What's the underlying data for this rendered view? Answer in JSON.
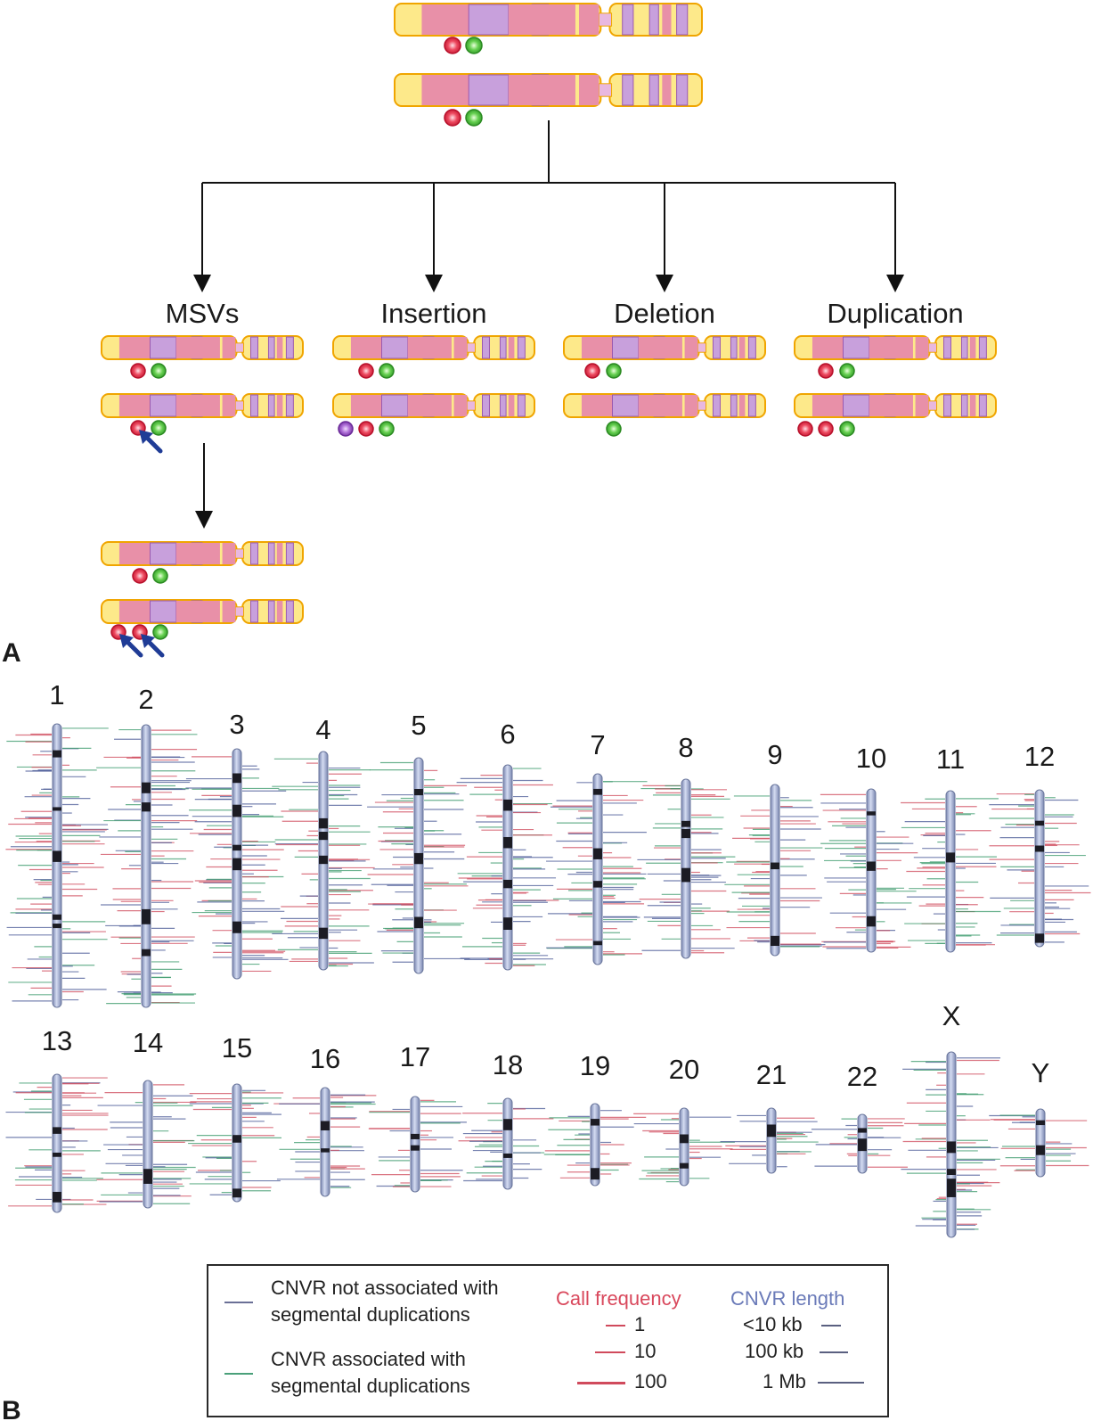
{
  "panel_a": {
    "label": "A",
    "categories": [
      {
        "name": "MSVs"
      },
      {
        "name": "Insertion"
      },
      {
        "name": "Deletion"
      },
      {
        "name": "Duplication"
      }
    ]
  },
  "panel_b": {
    "label": "B",
    "chromosomes_row1": [
      "1",
      "2",
      "3",
      "4",
      "5",
      "6",
      "7",
      "8",
      "9",
      "10",
      "11",
      "12"
    ],
    "chromosomes_row2": [
      "13",
      "14",
      "15",
      "16",
      "17",
      "18",
      "19",
      "20",
      "21",
      "22",
      "X",
      "Y"
    ]
  },
  "legend": {
    "not_assoc": [
      "CNVR not associated with",
      "segmental duplications"
    ],
    "assoc": [
      "CNVR associated with",
      "segmental duplications"
    ],
    "call_frequency": {
      "title": "Call frequency",
      "items": [
        "1",
        "10",
        "100"
      ]
    },
    "cnvr_length": {
      "title": "CNVR length",
      "items": [
        "<10 kb",
        "100 kb",
        "1 Mb"
      ]
    }
  },
  "colors": {
    "chrom_fill": "#fde98a",
    "chrom_border": "#f0a500",
    "band_pink": "#e890a8",
    "band_purple": "#c8a0dc",
    "red_dot": "#e23b4e",
    "green_dot": "#5cc84a",
    "purple_dot": "#a05cc8",
    "arrow_blue": "#1f3c96",
    "ideogram": "#9aa6c8",
    "cnv_red": "#d04a5c",
    "cnv_blue": "#4a5a96",
    "cnv_green": "#3c9a6c"
  }
}
